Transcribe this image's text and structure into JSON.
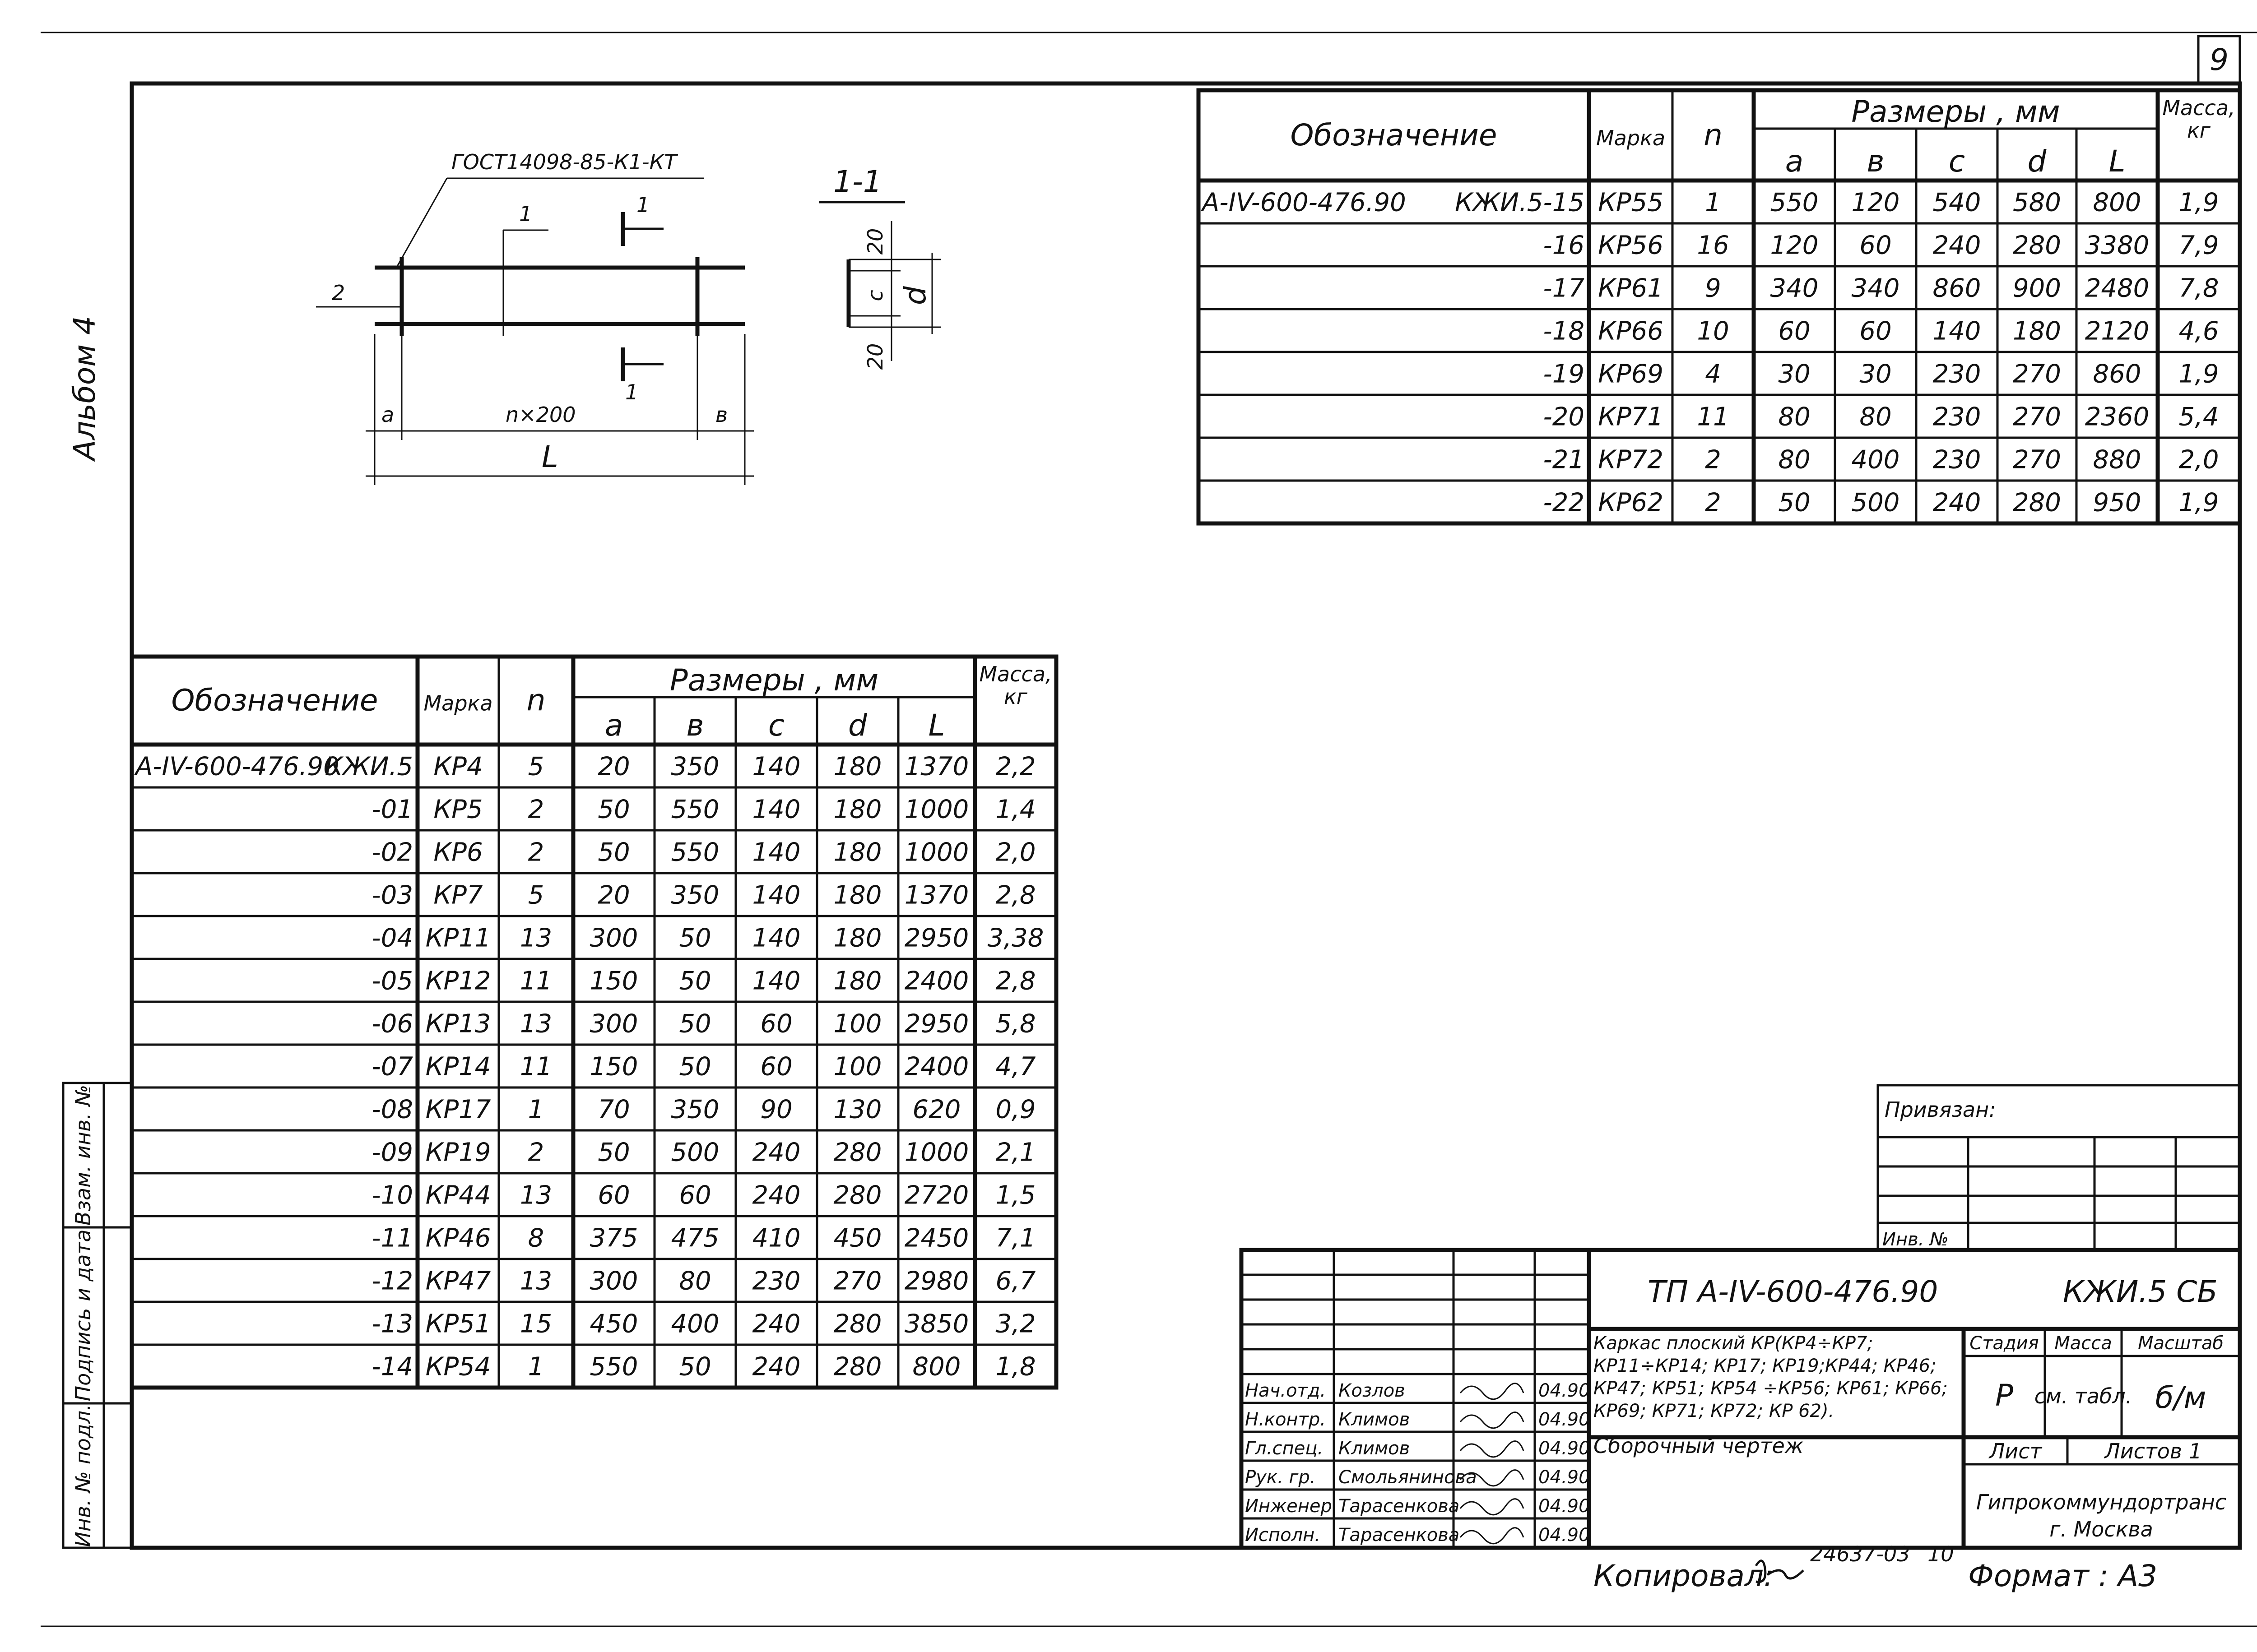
{
  "sheet": {
    "page_number": "9",
    "album": "Альбом 4",
    "copied_by_label": "Копировал:",
    "archive_number": "24637-03",
    "archive_sub": "10",
    "format_label": "Формат : А3"
  },
  "sketch": {
    "gost": "ГОСТ14098-85-К1-КТ",
    "section_title": "1-1",
    "label_cut": "1",
    "label_2": "2",
    "label_a": "а",
    "label_b": "в",
    "label_c": "с",
    "label_d": "d",
    "label_L": "L",
    "label_n200": "n×200",
    "dim_20_top": "20",
    "dim_20_bottom": "20"
  },
  "table_headers": {
    "designation": "Обозначение",
    "mark": "Марка",
    "n": "n",
    "sizes": "Размеры , мм",
    "a": "а",
    "b": "в",
    "c": "с",
    "d": "d",
    "L": "L",
    "mass": "Масса,",
    "mass_unit": "кг"
  },
  "table_right": {
    "rows": [
      {
        "code": "А-IV-600-476.90",
        "suffix": "КЖИ.5-15",
        "mark": "КР55",
        "n": "1",
        "a": "550",
        "b": "120",
        "c": "540",
        "d": "580",
        "L": "800",
        "mass": "1,9"
      },
      {
        "code": "",
        "suffix": "-16",
        "mark": "КР56",
        "n": "16",
        "a": "120",
        "b": "60",
        "c": "240",
        "d": "280",
        "L": "3380",
        "mass": "7,9"
      },
      {
        "code": "",
        "suffix": "-17",
        "mark": "КР61",
        "n": "9",
        "a": "340",
        "b": "340",
        "c": "860",
        "d": "900",
        "L": "2480",
        "mass": "7,8"
      },
      {
        "code": "",
        "suffix": "-18",
        "mark": "КР66",
        "n": "10",
        "a": "60",
        "b": "60",
        "c": "140",
        "d": "180",
        "L": "2120",
        "mass": "4,6"
      },
      {
        "code": "",
        "suffix": "-19",
        "mark": "КР69",
        "n": "4",
        "a": "30",
        "b": "30",
        "c": "230",
        "d": "270",
        "L": "860",
        "mass": "1,9"
      },
      {
        "code": "",
        "suffix": "-20",
        "mark": "КР71",
        "n": "11",
        "a": "80",
        "b": "80",
        "c": "230",
        "d": "270",
        "L": "2360",
        "mass": "5,4"
      },
      {
        "code": "",
        "suffix": "-21",
        "mark": "КР72",
        "n": "2",
        "a": "80",
        "b": "400",
        "c": "230",
        "d": "270",
        "L": "880",
        "mass": "2,0"
      },
      {
        "code": "",
        "suffix": "-22",
        "mark": "КР62",
        "n": "2",
        "a": "50",
        "b": "500",
        "c": "240",
        "d": "280",
        "L": "950",
        "mass": "1,9"
      }
    ]
  },
  "table_left": {
    "rows": [
      {
        "code": "А-IV-600-476.90",
        "suffix": "КЖИ.5",
        "mark": "КР4",
        "n": "5",
        "a": "20",
        "b": "350",
        "c": "140",
        "d": "180",
        "L": "1370",
        "mass": "2,2"
      },
      {
        "code": "",
        "suffix": "-01",
        "mark": "КР5",
        "n": "2",
        "a": "50",
        "b": "550",
        "c": "140",
        "d": "180",
        "L": "1000",
        "mass": "1,4"
      },
      {
        "code": "",
        "suffix": "-02",
        "mark": "КР6",
        "n": "2",
        "a": "50",
        "b": "550",
        "c": "140",
        "d": "180",
        "L": "1000",
        "mass": "2,0"
      },
      {
        "code": "",
        "suffix": "-03",
        "mark": "КР7",
        "n": "5",
        "a": "20",
        "b": "350",
        "c": "140",
        "d": "180",
        "L": "1370",
        "mass": "2,8"
      },
      {
        "code": "",
        "suffix": "-04",
        "mark": "КР11",
        "n": "13",
        "a": "300",
        "b": "50",
        "c": "140",
        "d": "180",
        "L": "2950",
        "mass": "3,38"
      },
      {
        "code": "",
        "suffix": "-05",
        "mark": "КР12",
        "n": "11",
        "a": "150",
        "b": "50",
        "c": "140",
        "d": "180",
        "L": "2400",
        "mass": "2,8"
      },
      {
        "code": "",
        "suffix": "-06",
        "mark": "КР13",
        "n": "13",
        "a": "300",
        "b": "50",
        "c": "60",
        "d": "100",
        "L": "2950",
        "mass": "5,8"
      },
      {
        "code": "",
        "suffix": "-07",
        "mark": "КР14",
        "n": "11",
        "a": "150",
        "b": "50",
        "c": "60",
        "d": "100",
        "L": "2400",
        "mass": "4,7"
      },
      {
        "code": "",
        "suffix": "-08",
        "mark": "КР17",
        "n": "1",
        "a": "70",
        "b": "350",
        "c": "90",
        "d": "130",
        "L": "620",
        "mass": "0,9"
      },
      {
        "code": "",
        "suffix": "-09",
        "mark": "КР19",
        "n": "2",
        "a": "50",
        "b": "500",
        "c": "240",
        "d": "280",
        "L": "1000",
        "mass": "2,1"
      },
      {
        "code": "",
        "suffix": "-10",
        "mark": "КР44",
        "n": "13",
        "a": "60",
        "b": "60",
        "c": "240",
        "d": "280",
        "L": "2720",
        "mass": "1,5"
      },
      {
        "code": "",
        "suffix": "-11",
        "mark": "КР46",
        "n": "8",
        "a": "375",
        "b": "475",
        "c": "410",
        "d": "450",
        "L": "2450",
        "mass": "7,1"
      },
      {
        "code": "",
        "suffix": "-12",
        "mark": "КР47",
        "n": "13",
        "a": "300",
        "b": "80",
        "c": "230",
        "d": "270",
        "L": "2980",
        "mass": "6,7"
      },
      {
        "code": "",
        "suffix": "-13",
        "mark": "КР51",
        "n": "15",
        "a": "450",
        "b": "400",
        "c": "240",
        "d": "280",
        "L": "3850",
        "mass": "3,2"
      },
      {
        "code": "",
        "suffix": "-14",
        "mark": "КР54",
        "n": "1",
        "a": "550",
        "b": "50",
        "c": "240",
        "d": "280",
        "L": "800",
        "mass": "1,8"
      }
    ]
  },
  "side_stamp": {
    "inv_vzam": "Взам. инв. №",
    "sign_date": "Подпись и дата",
    "inv_podl": "Инв. № подл."
  },
  "title_block": {
    "privyazan": "Привязан:",
    "inv_no": "Инв. №",
    "doc_code": "ТП А-IV-600-476.90",
    "doc_mark": "КЖИ.5 СБ",
    "description": [
      "Каркас плоский КР(КР4÷КР7;",
      "КР11÷КР14; КР17; КР19;КР44; КР46;",
      "КР47; КР51; КР54 ÷КР56; КР61; КР66;",
      "КР69; КР71; КР72; КР 62).",
      "Сборочный чертеж"
    ],
    "stage_label": "Стадия",
    "mass_label": "Масса",
    "scale_label": "Масштаб",
    "stage_value": "Р",
    "mass_value": "см. табл.",
    "scale_value": "б/м",
    "sheet_label": "Лист",
    "sheets_label": "Листов 1",
    "org_name": "Гипрокоммундортранс",
    "org_city": "г. Москва",
    "signatures": [
      {
        "role": "Нач.отд.",
        "name": "Козлов",
        "date": "04.90"
      },
      {
        "role": "Н.контр.",
        "name": "Климов",
        "date": "04.90"
      },
      {
        "role": "Гл.спец.",
        "name": "Климов",
        "date": "04.90"
      },
      {
        "role": "Рук. гр.",
        "name": "Смольянинова",
        "date": "04.90"
      },
      {
        "role": "Инженер",
        "name": "Тарасенкова",
        "date": "04.90"
      },
      {
        "role": "Исполн.",
        "name": "Тарасенкова",
        "date": "04.90"
      }
    ]
  }
}
